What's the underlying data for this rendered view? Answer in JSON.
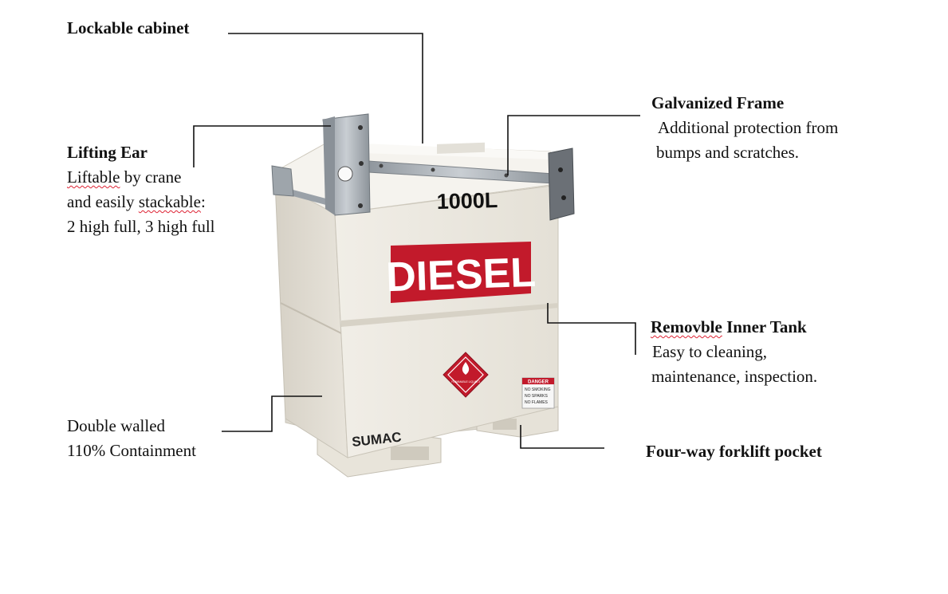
{
  "tank": {
    "capacity": "1000L",
    "product": "DIESEL",
    "brand": "SUMAC",
    "hazard": "FLAMMABLE LIQUID 3",
    "warning_title": "DANGER",
    "warning_lines": [
      "NO SMOKING",
      "NO SPARKS",
      "NO FLAMES"
    ]
  },
  "callouts": {
    "cabinet": {
      "title": "Lockable cabinet"
    },
    "lifting": {
      "title": "Lifting Ear",
      "line1_word": "Liftable",
      "line1_rest": " by crane",
      "line2_start": "and easily ",
      "line2_word": "stackable",
      "line2_end": ":",
      "line3": "2 high full, 3 high full"
    },
    "frame": {
      "title": "Galvanized Frame",
      "line1": "Additional protection from",
      "line2": "bumps and scratches."
    },
    "inner": {
      "title_word": "Removble",
      "title_rest": " Inner Tank",
      "line1": "Easy to cleaning,",
      "line2": "maintenance, inspection."
    },
    "double": {
      "line1": "Double walled",
      "line2": "110% Containment"
    },
    "forklift": {
      "title": "Four-way forklift pocket"
    }
  },
  "colors": {
    "tank_body": "#ebe7de",
    "diesel_red": "#c21a2b",
    "steel": "#a7adb4",
    "leader": "#111111"
  }
}
